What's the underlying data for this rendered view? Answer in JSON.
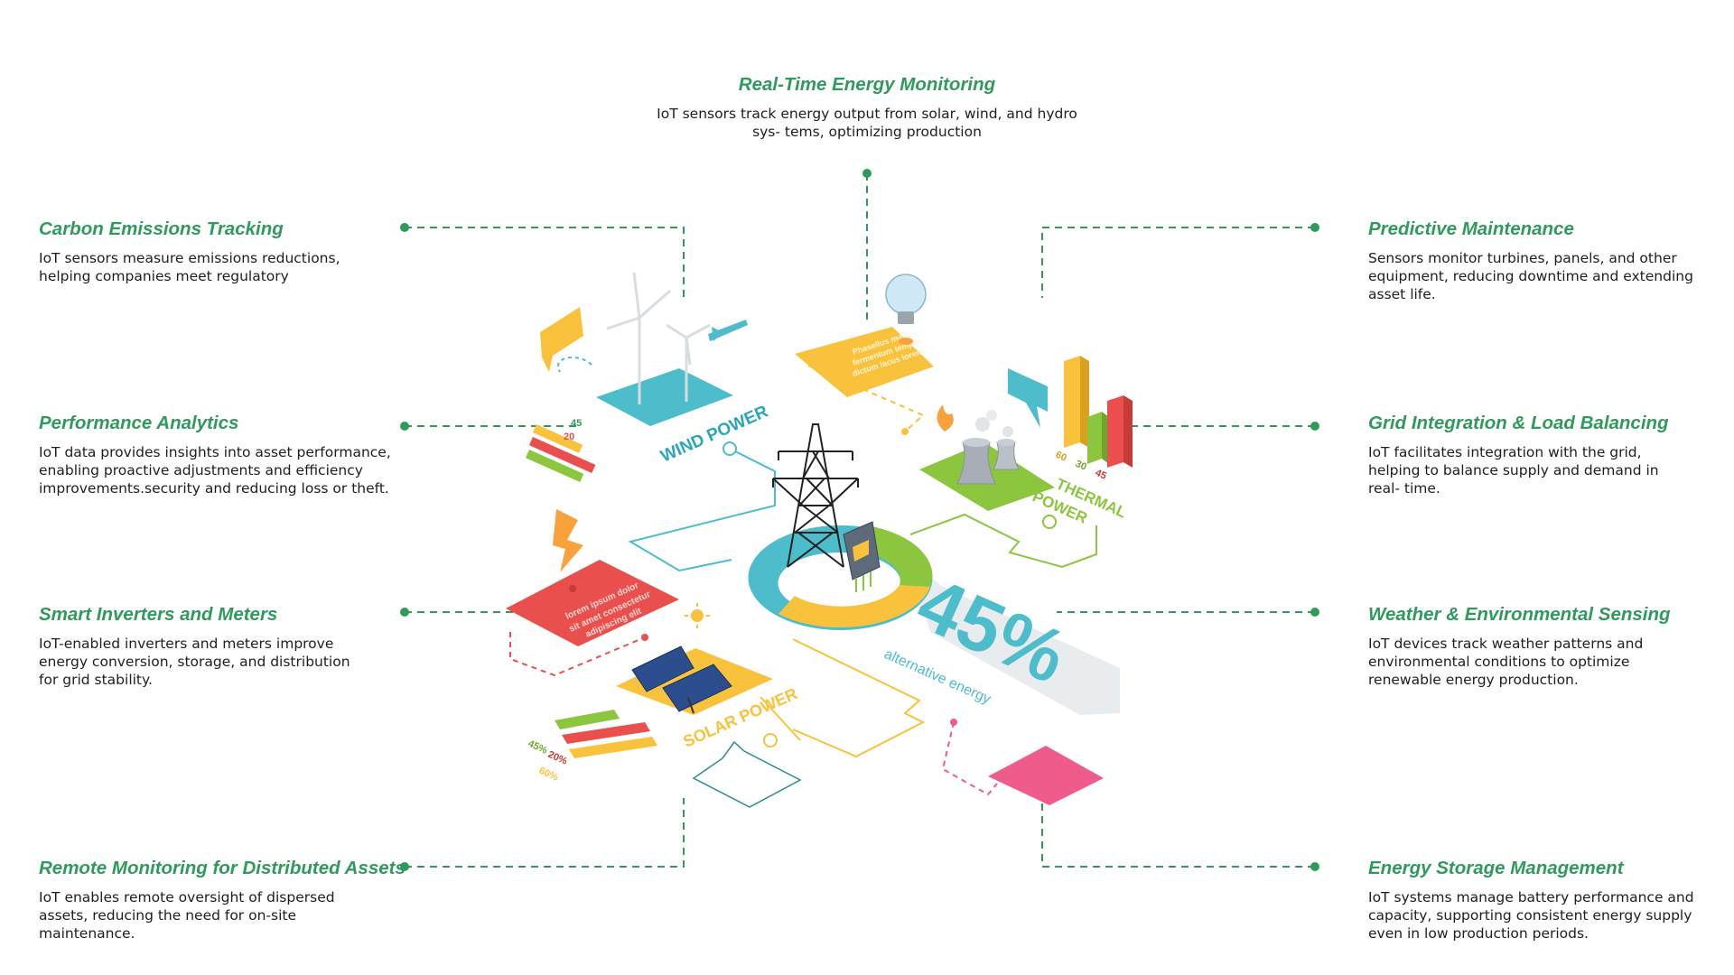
{
  "colors": {
    "accent": "#2f9a5c",
    "text": "#1e1e1e",
    "teal": "#4dbccb",
    "yellow": "#f9c23c",
    "red": "#e9504d",
    "green": "#8cc63f",
    "pink": "#ef5c8c"
  },
  "callouts": {
    "realtime": {
      "title": "Real-Time Energy Monitoring",
      "desc": "IoT sensors track energy output from solar, wind, and hydro sys- tems, optimizing production"
    },
    "carbon": {
      "title": "Carbon Emissions Tracking",
      "desc": "IoT sensors measure emissions reductions, helping companies meet regulatory"
    },
    "performance": {
      "title": "Performance Analytics",
      "desc": "IoT data provides insights into asset performance, enabling proactive adjustments and efficiency improvements.security and reducing loss or theft."
    },
    "inverters": {
      "title": "Smart Inverters and Meters",
      "desc": "IoT-enabled inverters and meters improve energy conversion, storage, and distribution for grid stability."
    },
    "remote": {
      "title": "Remote Monitoring for Distributed Assets",
      "desc": "IoT enables remote oversight of dispersed assets, reducing the need for on-site maintenance."
    },
    "predictive": {
      "title": "Predictive Maintenance",
      "desc": "Sensors monitor turbines, panels, and other equipment, reducing downtime and extending asset life."
    },
    "grid": {
      "title": "Grid Integration & Load Balancing",
      "desc": "IoT facilitates integration with the grid, helping to balance supply and demand in real- time."
    },
    "weather": {
      "title": "Weather & Environmental Sensing",
      "desc": "IoT devices track weather patterns and environmental conditions to optimize renewable energy production."
    },
    "storage": {
      "title": "Energy Storage Management",
      "desc": "IoT systems manage battery performance and capacity, supporting consistent energy supply even in low production periods."
    }
  },
  "illustration": {
    "wind_label": "WIND POWER",
    "thermal_label": "THERMAL POWER",
    "thermal_label_1": "THERMAL",
    "thermal_label_2": "POWER",
    "solar_label": "SOLAR POWER",
    "center_percent": "45%",
    "center_caption": "alternative energy",
    "wind_bar_values": [
      "45",
      "20"
    ],
    "thermal_bar_values": [
      "60",
      "30",
      "45"
    ],
    "solar_bar_values": [
      "45%",
      "20%",
      "60%"
    ],
    "placeholder_yellow": [
      "Phasellus malis",
      "fermentum tempor",
      "dictum lacus lorem"
    ],
    "placeholder_red": [
      "lorem ipsum dolor",
      "sit amet consectetur",
      "adipiscing elit"
    ],
    "icons": [
      "lightbulb-icon",
      "wind-turbine-icon",
      "solar-panel-icon",
      "power-tower-icon",
      "cooling-tower-icon",
      "lightning-icon",
      "flame-icon",
      "sun-icon",
      "electric-meter-icon",
      "arrow-icon",
      "speech-bubble-icon"
    ]
  }
}
